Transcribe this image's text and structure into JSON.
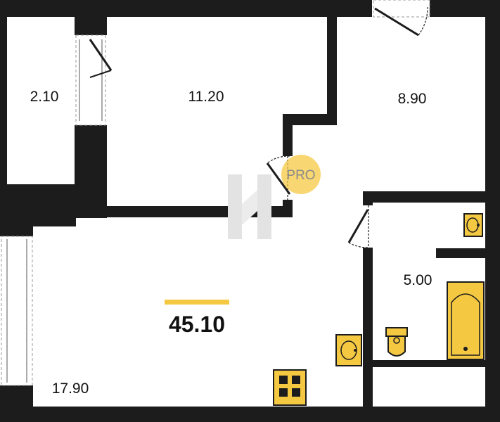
{
  "plan": {
    "total_area": "45.10",
    "rooms": {
      "balcony": "2.10",
      "bedroom": "11.20",
      "kitchen": "8.90",
      "bathroom": "5.00",
      "living": "17.90"
    },
    "watermark": {
      "badge_text": "PRO"
    },
    "colors": {
      "wall": "#1c1c1c",
      "fixture": "#f5c842",
      "accent_bar": "#f5c842",
      "watermark": "#e8e8e8"
    }
  }
}
